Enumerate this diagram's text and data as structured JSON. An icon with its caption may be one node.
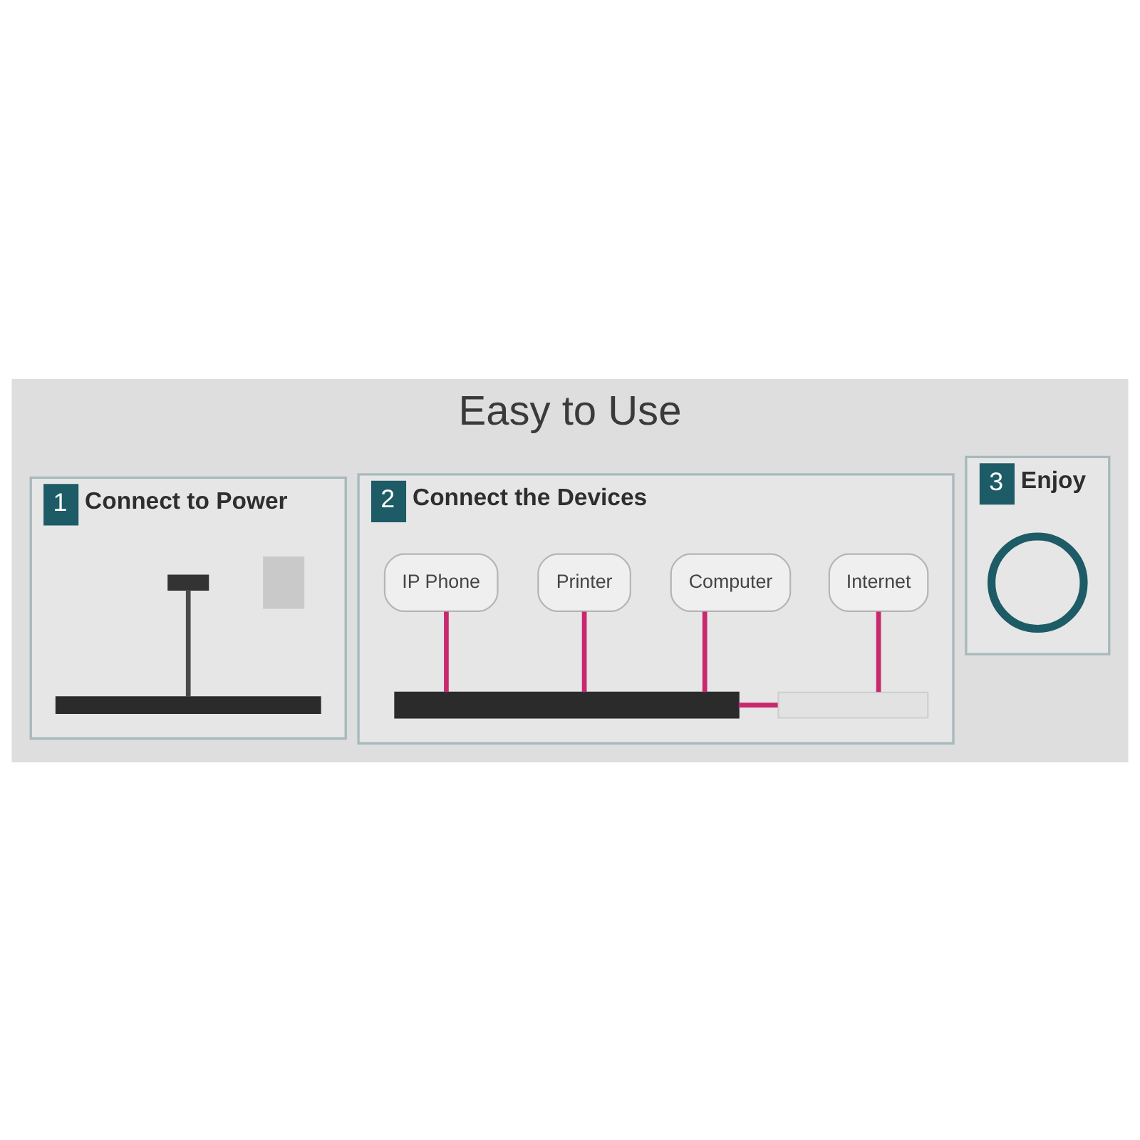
{
  "diagram": {
    "title": "Easy to Use",
    "nodes": [
      {
        "text": [
          "1",
          "Connect to Power"
        ]
      },
      {
        "text": [],
        "shape": "box",
        "in": 0
      },
      {
        "text": [],
        "shape": "box",
        "in": 0
      },
      {
        "text": [],
        "shape": "bar",
        "in": 0
      },
      {
        "text": [
          "2",
          "Connect the Devices"
        ]
      },
      {
        "text": [
          "IP Phone"
        ],
        "in": 4
      },
      {
        "text": [
          "Printer"
        ],
        "in": 4
      },
      {
        "text": [
          "Computer"
        ],
        "in": 4
      },
      {
        "text": [
          "Internet"
        ],
        "in": 4
      },
      {
        "text": [],
        "shape": "bar",
        "in": 4
      },
      {
        "text": [],
        "shape": "bar",
        "in": 4
      },
      {
        "text": [
          "3",
          "Enjoy"
        ]
      },
      {
        "text": [],
        "shape": "circle",
        "in": 11
      }
    ],
    "edges": [
      {
        "from": 2,
        "to": 3,
        "arrow": "none",
        "color": "#4a4a4a"
      },
      {
        "from": 5,
        "to": 9,
        "arrow": "none"
      },
      {
        "from": 6,
        "to": 9,
        "arrow": "none"
      },
      {
        "from": 7,
        "to": 9,
        "arrow": "none"
      },
      {
        "from": 9,
        "to": 10,
        "arrow": "none"
      },
      {
        "from": 8,
        "to": 10,
        "arrow": "none"
      }
    ]
  }
}
